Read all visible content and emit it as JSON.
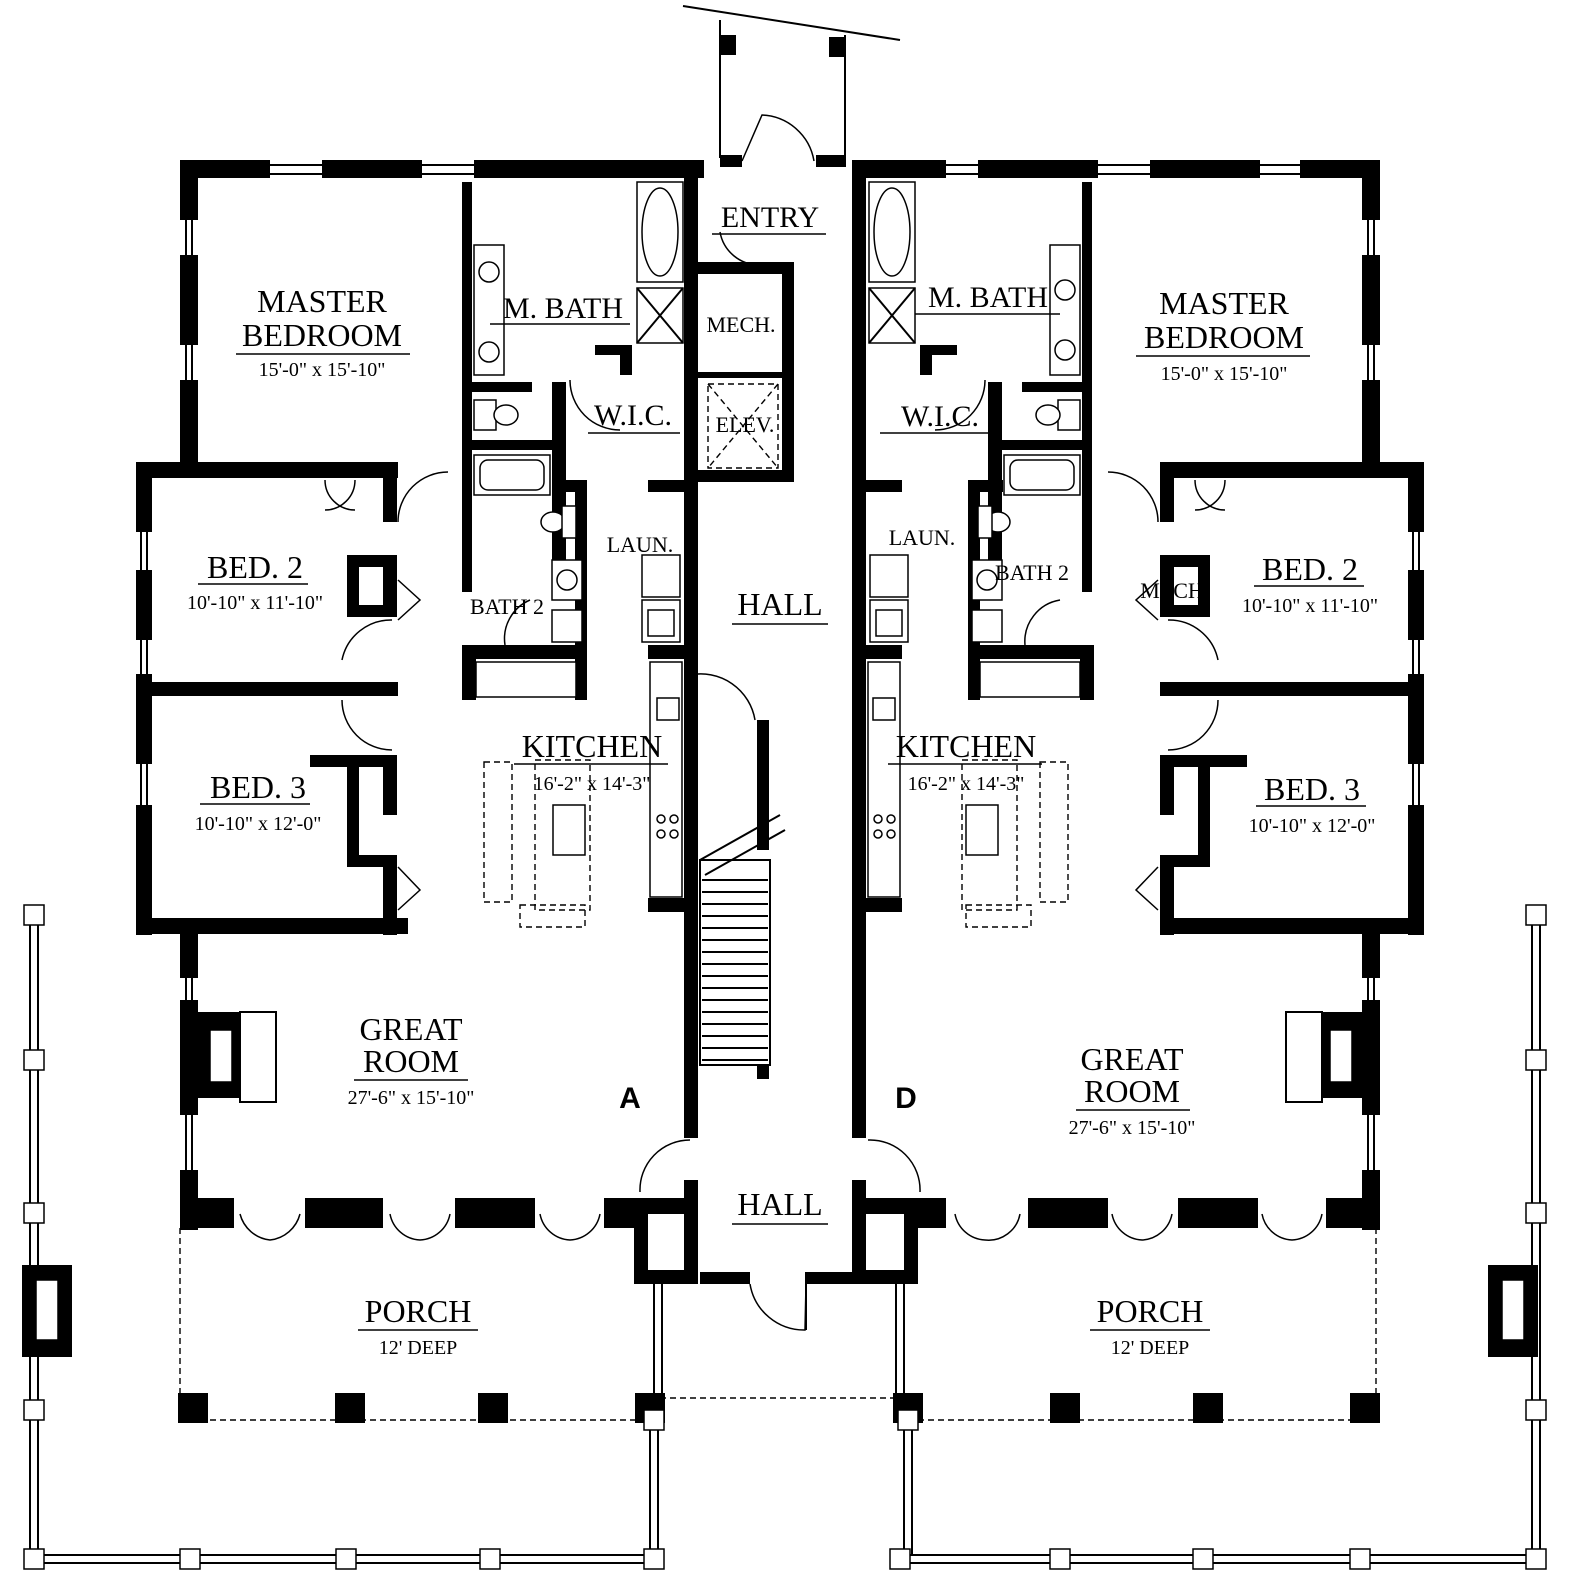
{
  "units": {
    "left": {
      "label": "A",
      "master_bedroom": {
        "name_line1": "MASTER",
        "name_line2": "BEDROOM",
        "dim": "15'-0\" x 15'-10\""
      },
      "m_bath": "M. BATH",
      "wic": "W.I.C.",
      "laun": "LAUN.",
      "bath2": "BATH 2",
      "bed2": {
        "name": "BED. 2",
        "dim": "10'-10\" x 11'-10\""
      },
      "bed3": {
        "name": "BED. 3",
        "dim": "10'-10\" x 12'-0\""
      },
      "kitchen": {
        "name": "KITCHEN",
        "dim": "16'-2\" x 14'-3\""
      },
      "great_room": {
        "name_line1": "GREAT",
        "name_line2": "ROOM",
        "dim": "27'-6\" x 15'-10\""
      },
      "porch": {
        "name": "PORCH",
        "dim": "12' DEEP"
      }
    },
    "right": {
      "label": "D",
      "master_bedroom": {
        "name_line1": "MASTER",
        "name_line2": "BEDROOM",
        "dim": "15'-0\" x 15'-10\""
      },
      "m_bath": "M. BATH",
      "wic": "W.I.C.",
      "laun": "LAUN.",
      "bath2": "BATH 2",
      "mech": "MECH",
      "bed2": {
        "name": "BED. 2",
        "dim": "10'-10\" x 11'-10\""
      },
      "bed3": {
        "name": "BED. 3",
        "dim": "10'-10\" x 12'-0\""
      },
      "kitchen": {
        "name": "KITCHEN",
        "dim": "16'-2\" x 14'-3\""
      },
      "great_room": {
        "name_line1": "GREAT",
        "name_line2": "ROOM",
        "dim": "27'-6\" x 15'-10\""
      },
      "porch": {
        "name": "PORCH",
        "dim": "12' DEEP"
      }
    }
  },
  "common": {
    "entry": "ENTRY",
    "mech": "MECH.",
    "elev": "ELEV.",
    "hall_upper": "HALL",
    "hall_lower": "HALL"
  }
}
